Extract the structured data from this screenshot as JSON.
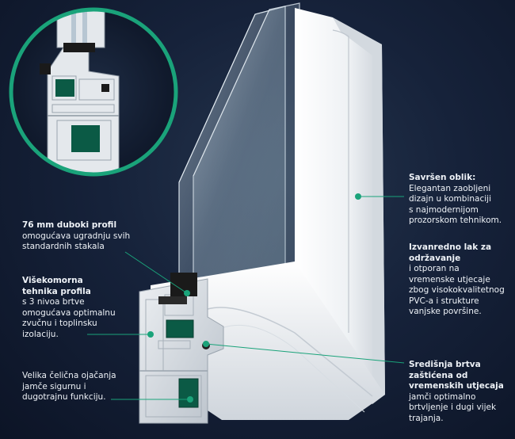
{
  "colors": {
    "background": "#121c30",
    "accent": "#1aa37a",
    "profile_white": "#f2f4f6",
    "glass": "#9fb2c2",
    "gasket": "#1a1a1a",
    "steel": "#0b5a45",
    "text": "#eef2f7"
  },
  "callouts": {
    "profile_depth": {
      "title": "76 mm duboki profil",
      "text": "omogućava ugradnju svih\nstandardnih stakala"
    },
    "multichamber": {
      "title": "Višekomorna\ntehnika profila",
      "text": "s 3 nivoa brtve\nomogućava optimalnu\nzvučnu i toplinsku\nizolaciju."
    },
    "steel": {
      "title": "",
      "text": "Velika čelična ojačanja\njamče sigurnu i\ndugotrajnu funkciju."
    },
    "shape": {
      "title": "Savršen oblik:",
      "text": "Elegantan zaobljeni\ndizajn u kombinaciji\ns najmodernijom\nprozorskom tehnikom."
    },
    "finish": {
      "title": "Izvanredno lak za\nodržavanje",
      "text": "i otporan na\nvremenske utjecaje\nzbog visokokvalitetnog\nPVC-a i strukture\nvanjske površine."
    },
    "gasket": {
      "title": "Središnja brtva\nzaštićena od\nvremenskih utjecaja",
      "text": "jamči optimalno\nbrtvljenje i dugi vijek\ntrajanja."
    }
  }
}
